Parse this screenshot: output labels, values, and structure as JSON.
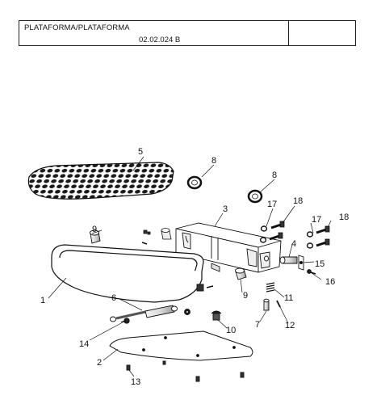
{
  "title_block": {
    "title": "PLATAFORMA/PLATAFORMA",
    "code": "02.02.024 B"
  },
  "callouts": [
    {
      "id": "c1",
      "label": "1"
    },
    {
      "id": "c2",
      "label": "2"
    },
    {
      "id": "c3",
      "label": "3"
    },
    {
      "id": "c4",
      "label": "4"
    },
    {
      "id": "c5",
      "label": "5"
    },
    {
      "id": "c6",
      "label": "6"
    },
    {
      "id": "c7",
      "label": "7"
    },
    {
      "id": "c8a",
      "label": "8"
    },
    {
      "id": "c8b",
      "label": "8"
    },
    {
      "id": "c9a",
      "label": "9"
    },
    {
      "id": "c9b",
      "label": "9"
    },
    {
      "id": "c10",
      "label": "10"
    },
    {
      "id": "c11",
      "label": "11"
    },
    {
      "id": "c12",
      "label": "12"
    },
    {
      "id": "c13",
      "label": "13"
    },
    {
      "id": "c14",
      "label": "14"
    },
    {
      "id": "c15",
      "label": "15"
    },
    {
      "id": "c16",
      "label": "16"
    },
    {
      "id": "c17a",
      "label": "17"
    },
    {
      "id": "c17b",
      "label": "17"
    },
    {
      "id": "c18a",
      "label": "18"
    },
    {
      "id": "c18b",
      "label": "18"
    }
  ]
}
